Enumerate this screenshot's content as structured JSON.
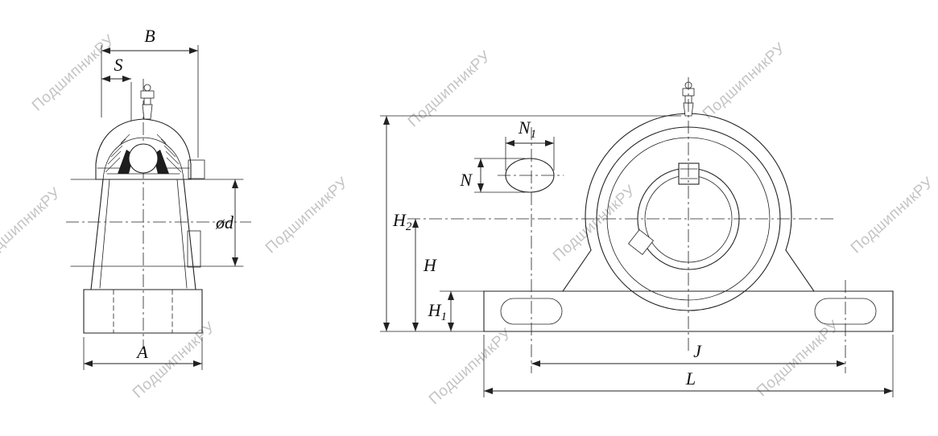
{
  "watermark": {
    "text": "ПодшипникРУ"
  },
  "colors": {
    "line": "#222222",
    "highlight_fill": "#c5e9f7",
    "watermark": "#8a8a8a"
  },
  "side_view": {
    "dim_B": "B",
    "dim_S": "S",
    "dim_od": "ød",
    "dim_A": "A"
  },
  "front_view": {
    "dim_N1": {
      "base": "N",
      "sub": "1"
    },
    "dim_N": "N",
    "dim_H2": {
      "base": "H",
      "sub": "2"
    },
    "dim_H": "H",
    "dim_H1": {
      "base": "H",
      "sub": "1"
    },
    "dim_J": "J",
    "dim_L": "L"
  }
}
